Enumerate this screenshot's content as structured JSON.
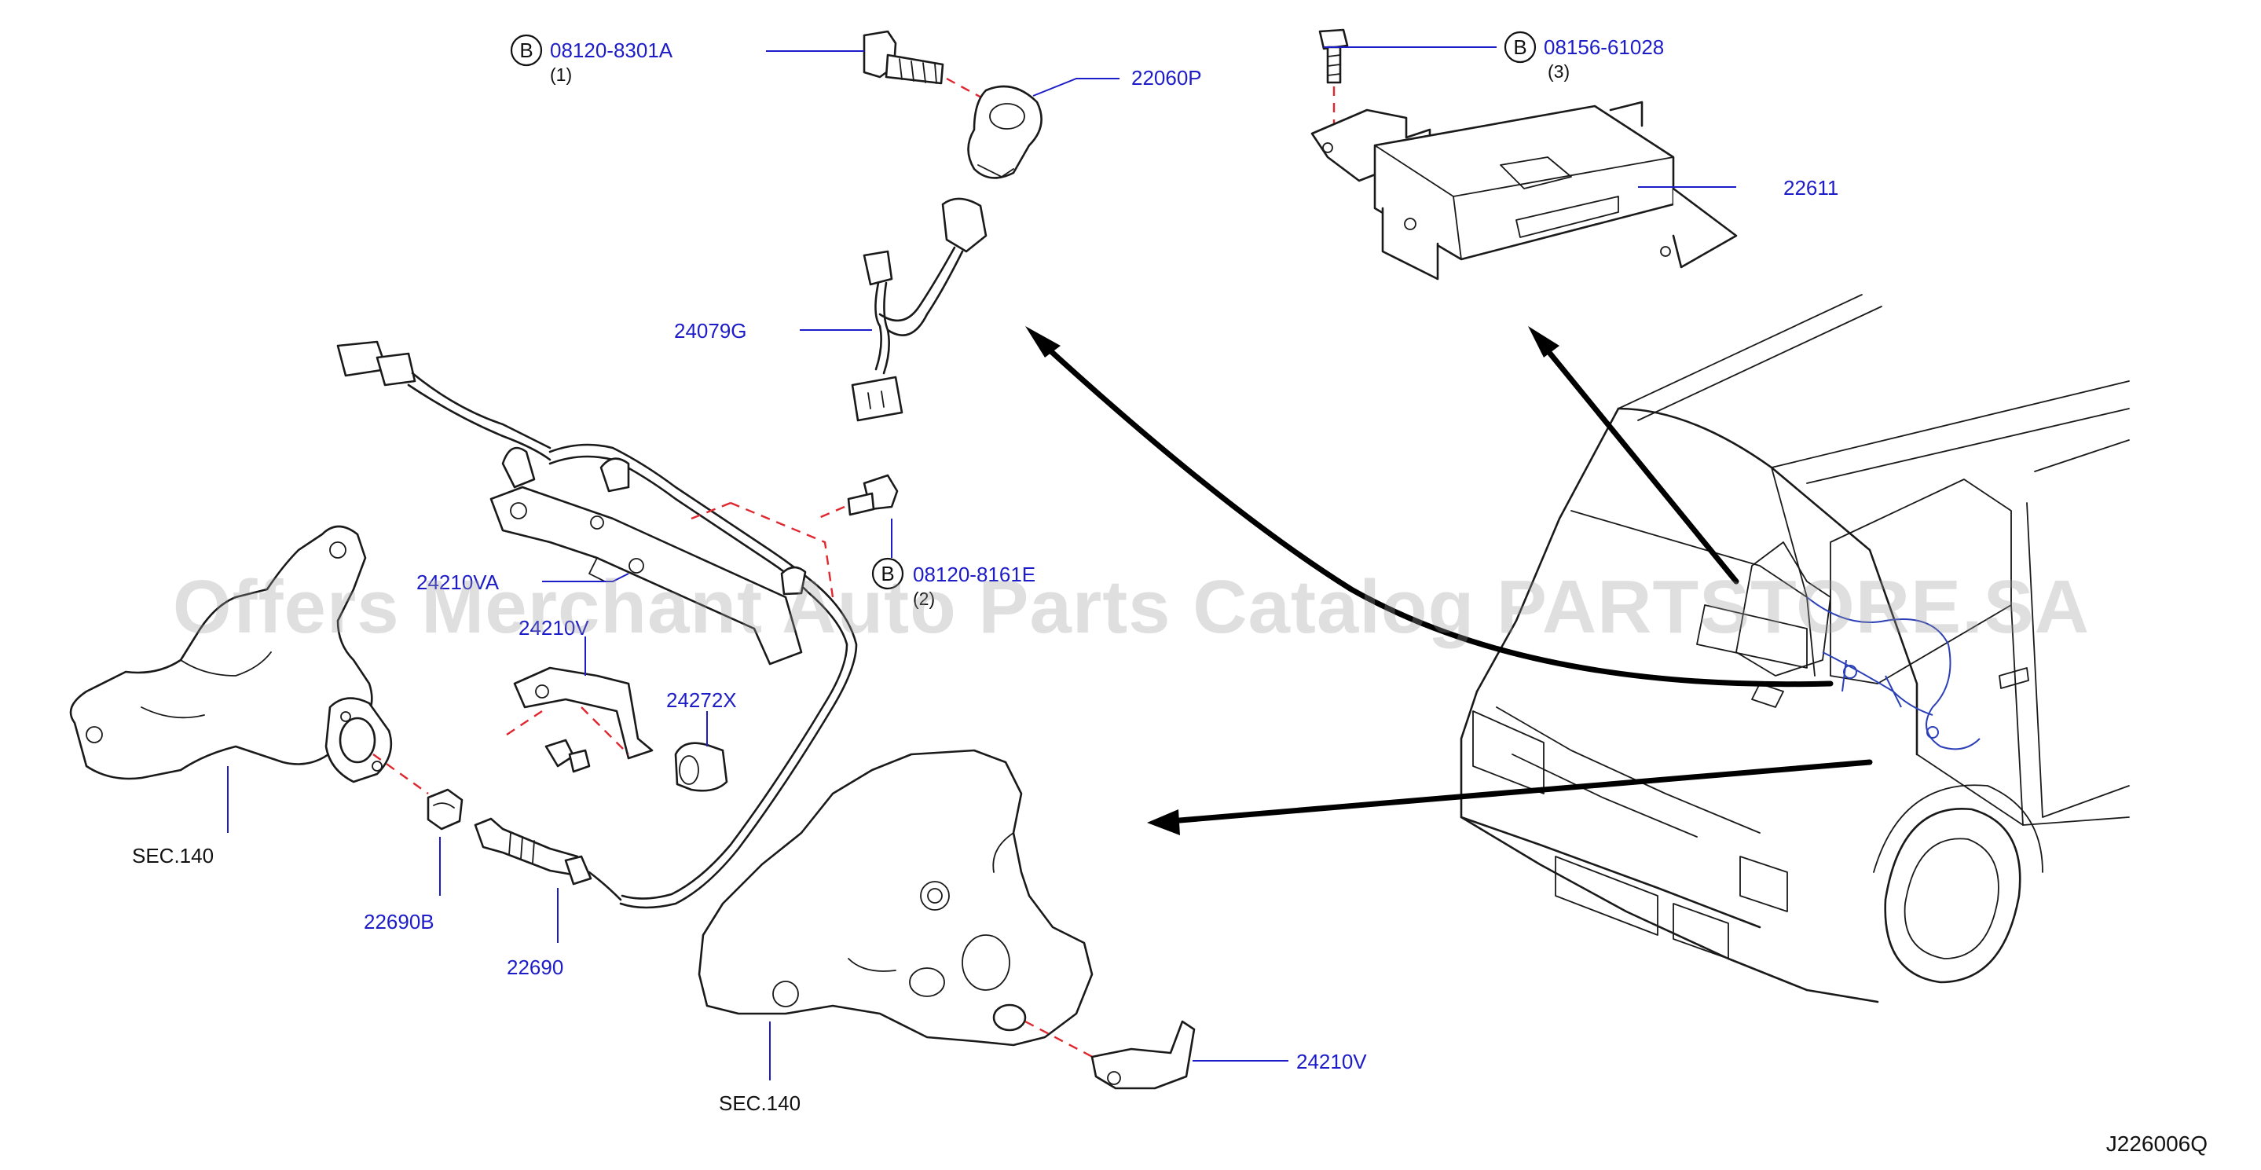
{
  "diagram": {
    "diagram_code": "J226006Q",
    "watermark": "Offers Merchant Auto Parts Catalog PARTSTORE.SA",
    "bolt_marker": "B",
    "parts": {
      "bolt_1": {
        "part_number": "08120-8301A",
        "qty": "(1)"
      },
      "knock_sensor": {
        "part_number": "22060P"
      },
      "bolt_3": {
        "part_number": "08156-61028",
        "qty": "(3)"
      },
      "control_unit": {
        "part_number": "22611"
      },
      "sub_harness": {
        "part_number": "24079G"
      },
      "bracket_va": {
        "part_number": "24210VA"
      },
      "bolt_2": {
        "part_number": "08120-8161E",
        "qty": "(2)"
      },
      "bracket_mid": {
        "part_number": "24210V"
      },
      "grommet": {
        "part_number": "24272X"
      },
      "exhaust_manifold_ref": {
        "label": "SEC.140"
      },
      "nut": {
        "part_number": "22690B"
      },
      "o2_sensor": {
        "part_number": "22690"
      },
      "heat_shield_ref": {
        "label": "SEC.140"
      },
      "bracket_lower": {
        "part_number": "24210V"
      }
    }
  }
}
